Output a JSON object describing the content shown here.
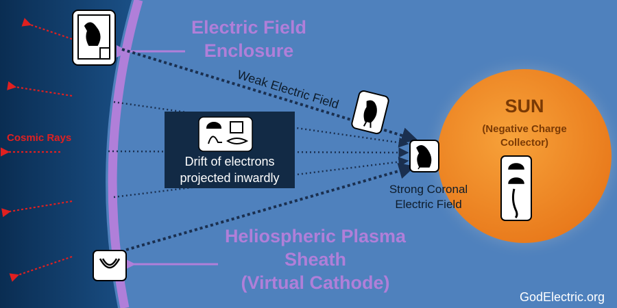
{
  "labels": {
    "enclosure": [
      "Electric Field",
      "Enclosure"
    ],
    "weak_field": "Weak Electric Field",
    "sun_title": "SUN",
    "sun_subtitle": [
      "(Negative Charge",
      "Collector)"
    ],
    "cosmic_rays": "Cosmic Rays",
    "drift": [
      "Drift of electrons",
      "projected inwardly"
    ],
    "coronal": [
      "Strong Coronal",
      "Electric Field"
    ],
    "sheath": [
      "Heliospheric Plasma",
      "Sheath",
      "(Virtual Cathode)"
    ],
    "watermark": "GodElectric.org"
  },
  "glyphs": {
    "enclosure_glyph": "falcon-in-enclosure-hieroglyph-icon",
    "weak_field_glyph": "bird-hieroglyph-icon",
    "coronal_glyph": "falcon-hieroglyph-icon",
    "sheath_glyph": "basket-hieroglyph-icon",
    "drift_glyph": "hieroglyph-group-icon",
    "sun_glyph": "vertical-hieroglyph-column-icon"
  },
  "colors": {
    "space": "#0e3a66",
    "heliosphere": "#4f81bd",
    "boundary": "#b07fd9",
    "sun": "#f08a24",
    "sun_text": "#7a3a05",
    "cosmic_rays": "#e02020",
    "panel": "#122a45"
  }
}
